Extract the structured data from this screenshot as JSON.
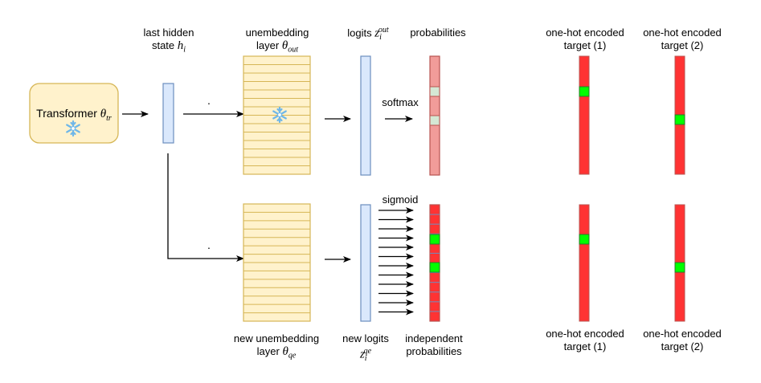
{
  "transformer": {
    "label": "Transformer",
    "symbol": "θ",
    "sub": "tr"
  },
  "hidden_state": {
    "line1": "last hidden",
    "line2": "state",
    "symbol": "h",
    "sub": "i"
  },
  "unembedding": {
    "line1": "unembedding",
    "line2": "layer",
    "symbol": "θ",
    "sub": "out"
  },
  "logits": {
    "label": "logits",
    "symbol": "z",
    "sub": "i",
    "sup": "out"
  },
  "probabilities": {
    "label": "probabilities"
  },
  "softmax": {
    "label": "softmax"
  },
  "sigmoid": {
    "label": "sigmoid"
  },
  "new_unembedding": {
    "line1": "new unembedding",
    "line2": "layer",
    "symbol": "θ",
    "sub": "qe"
  },
  "new_logits": {
    "line1": "new logits",
    "symbol": "z",
    "sub": "i",
    "sup": "qe"
  },
  "independent": {
    "line1": "independent",
    "line2": "probabilities"
  },
  "targets": {
    "top_left": {
      "line1": "one-hot encoded",
      "line2": "target (1)"
    },
    "top_right": {
      "line1": "one-hot encoded",
      "line2": "target (2)"
    },
    "bottom_left": {
      "line1": "one-hot encoded",
      "line2": "target (1)"
    },
    "bottom_right": {
      "line1": "one-hot encoded",
      "line2": "target (2)"
    }
  },
  "dot_operator": "·",
  "colors": {
    "transformer_fill": "#fff2cc",
    "transformer_stroke": "#d6b656",
    "layer_fill": "#fff2cc",
    "layer_stroke": "#d6b656",
    "vector_fill": "#dae8fc",
    "vector_stroke": "#6c8ebf",
    "prob_fill": "#f19c99",
    "prob_stroke": "#b85450",
    "prob_highlight": "#d5e8d4",
    "target_fill": "#ff3333",
    "target_hot": "#00ff00",
    "snowflake": "#6fb7e8"
  }
}
